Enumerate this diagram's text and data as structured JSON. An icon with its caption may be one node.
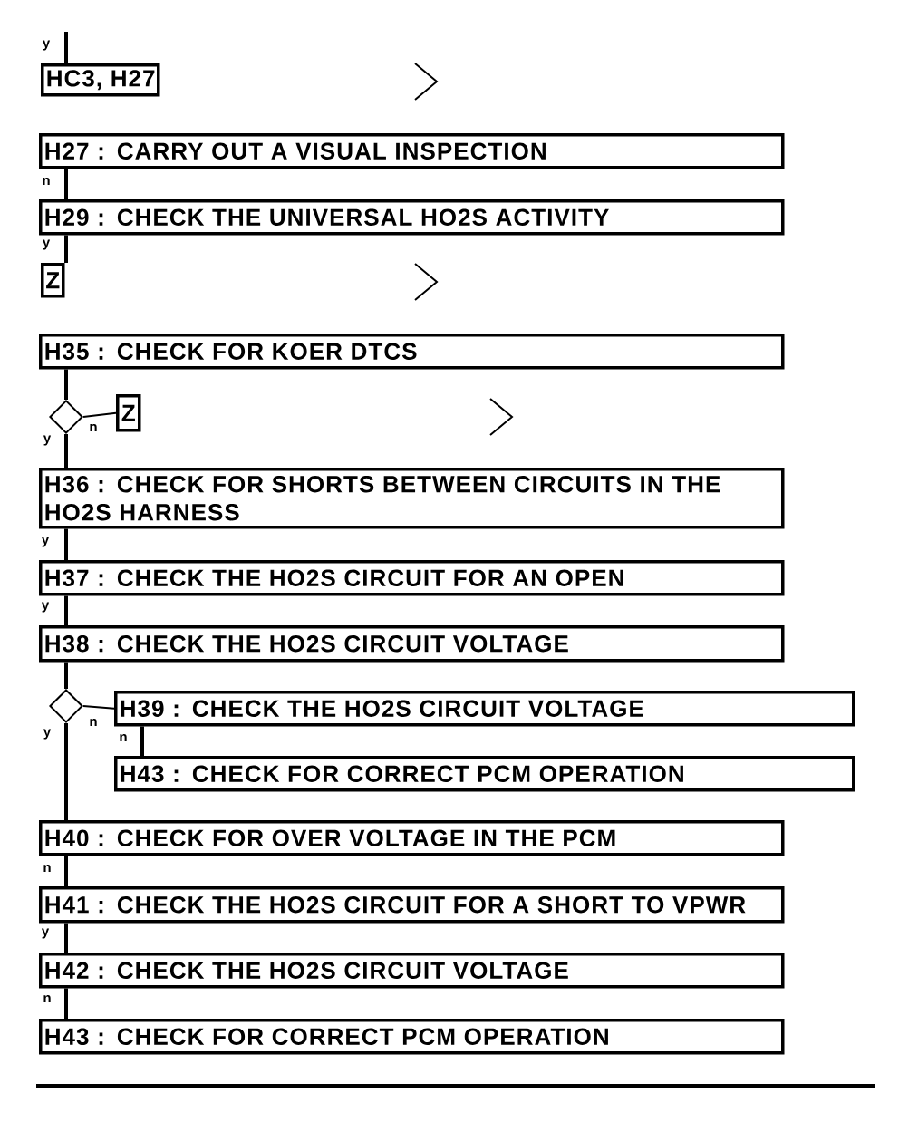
{
  "diagram": {
    "nodes": [
      {
        "text": [
          "HC3, H27"
        ]
      },
      {
        "text": [
          "H27 : CARRY OUT A VISUAL INSPECTION"
        ]
      },
      {
        "text": [
          "H29 : CHECK THE UNIVERSAL HO2S ACTIVITY"
        ]
      },
      {
        "text": [
          "Z"
        ]
      },
      {
        "text": [
          "H35 : CHECK FOR KOER DTCS"
        ]
      },
      {
        "text": [],
        "shape": "diamond"
      },
      {
        "text": [
          "Z"
        ]
      },
      {
        "text": [
          "H36 : CHECK FOR SHORTS BETWEEN CIRCUITS IN THE HO2S HARNESS"
        ]
      },
      {
        "text": [
          "H37 : CHECK THE HO2S CIRCUIT FOR AN OPEN"
        ]
      },
      {
        "text": [
          "H38 : CHECK THE HO2S CIRCUIT VOLTAGE"
        ]
      },
      {
        "text": [],
        "shape": "diamond"
      },
      {
        "text": [
          "H39 : CHECK THE HO2S CIRCUIT VOLTAGE"
        ]
      },
      {
        "text": [
          "H43 : CHECK FOR CORRECT PCM OPERATION"
        ]
      },
      {
        "text": [
          "H40 : CHECK FOR OVER VOLTAGE IN THE PCM"
        ]
      },
      {
        "text": [
          "H41 : CHECK THE HO2S CIRCUIT FOR A SHORT TO VPWR"
        ]
      },
      {
        "text": [
          "H42 : CHECK THE HO2S CIRCUIT VOLTAGE"
        ]
      },
      {
        "text": [
          "H43 : CHECK FOR CORRECT PCM OPERATION"
        ]
      }
    ],
    "edges": [
      {
        "from": null,
        "to": 0,
        "arrow": "none",
        "label": "y"
      },
      {
        "from": 1,
        "to": 2,
        "arrow": "none",
        "label": "n"
      },
      {
        "from": 2,
        "to": 3,
        "arrow": "none",
        "label": "y"
      },
      {
        "from": 4,
        "to": 5,
        "arrow": "none"
      },
      {
        "from": 5,
        "to": 6,
        "arrow": "none",
        "label": "n"
      },
      {
        "from": 5,
        "to": 7,
        "arrow": "none",
        "label": "y"
      },
      {
        "from": 7,
        "to": 8,
        "arrow": "none",
        "label": "y"
      },
      {
        "from": 8,
        "to": 9,
        "arrow": "none",
        "label": "y"
      },
      {
        "from": 9,
        "to": 10,
        "arrow": "none"
      },
      {
        "from": 10,
        "to": 11,
        "arrow": "none",
        "label": "n"
      },
      {
        "from": 10,
        "to": 13,
        "arrow": "none",
        "label": "y"
      },
      {
        "from": 11,
        "to": 12,
        "arrow": "none",
        "label": "n"
      },
      {
        "from": 13,
        "to": 14,
        "arrow": "none",
        "label": "n"
      },
      {
        "from": 14,
        "to": 15,
        "arrow": "none",
        "label": "y"
      },
      {
        "from": 15,
        "to": 16,
        "arrow": "none",
        "label": "n"
      }
    ]
  }
}
